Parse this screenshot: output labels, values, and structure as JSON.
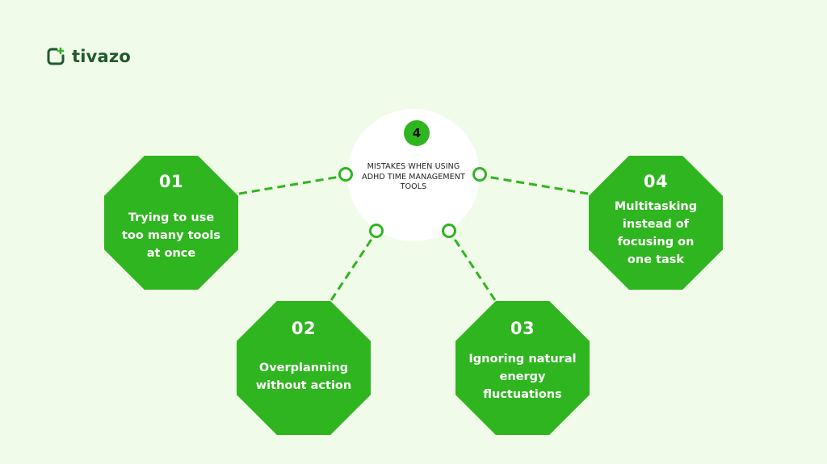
{
  "brand": {
    "name": "tivazo",
    "colors": {
      "background": "#f1fbe9",
      "accent": "#2fb51f",
      "brand_text": "#1f5a2d",
      "hub_fill": "#ffffff"
    }
  },
  "hub": {
    "badge": "4",
    "title": "MISTAKES WHEN USING ADHD TIME MANAGEMENT TOOLS"
  },
  "mistakes": [
    {
      "number": "01",
      "text": "Trying to use too many tools at once"
    },
    {
      "number": "02",
      "text": "Overplanning without action"
    },
    {
      "number": "03",
      "text": "Ignoring natural energy fluctuations"
    },
    {
      "number": "04",
      "text": "Multitasking instead of focusing on one task"
    }
  ]
}
